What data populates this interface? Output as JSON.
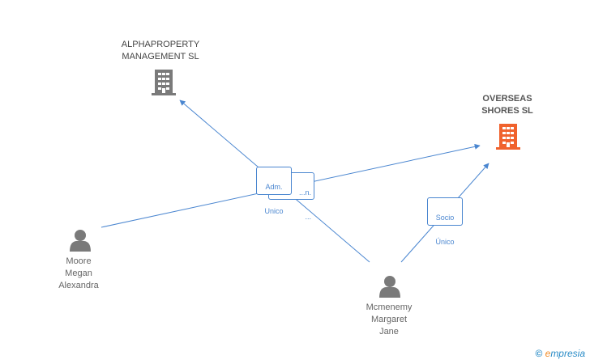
{
  "nodes": {
    "alphaproperty": {
      "line1": "ALPHAPROPERTY",
      "line2": "MANAGEMENT SL",
      "icon": "building-icon",
      "color": "#7a7a7a"
    },
    "overseas": {
      "line1": "OVERSEAS",
      "line2": "SHORES SL",
      "icon": "building-icon",
      "color": "#f0622d"
    },
    "moore": {
      "line1": "Moore",
      "line2": "Megan",
      "line3": "Alexandra",
      "icon": "person-icon",
      "color": "#7a7a7a"
    },
    "mcmenemy": {
      "line1": "Mcmenemy",
      "line2": "Margaret",
      "line3": "Jane",
      "icon": "person-icon",
      "color": "#7a7a7a"
    }
  },
  "edges": {
    "adm_unico": {
      "line1": "Adm.",
      "line2": "Unico"
    },
    "adm_back": {
      "line1": "...n.",
      "line2": "..."
    },
    "socio_unico": {
      "line1": "Socio",
      "line2": "Único"
    }
  },
  "colors": {
    "edge": "#4a86d0"
  },
  "watermark": {
    "symbol": "©",
    "brand_initial": "e",
    "brand_rest": "mpresia"
  }
}
